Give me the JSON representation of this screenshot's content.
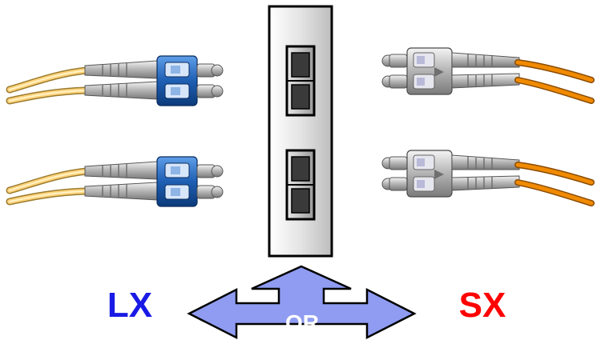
{
  "labels": {
    "lx": "LX",
    "sx": "SX",
    "or": "OR"
  },
  "colors": {
    "lx_text": "#1a1ae6",
    "sx_text": "#ff0000",
    "arrow_fill": "#8f9cf2",
    "lx_fiber_jacket": "#ffd27a",
    "lx_connector_housing": "#1f5fb3",
    "sx_fiber_jacket": "#f08a00",
    "transceiver_panel": "#dcdcdc",
    "port_inner": "#3a3a3a"
  },
  "icons": {
    "lx_cable": "lc-duplex-connector-blue",
    "sx_cable": "lc-duplex-connector-grey",
    "transceiver": "sfp-transceiver-ports",
    "arrow": "three-way-arrow"
  }
}
